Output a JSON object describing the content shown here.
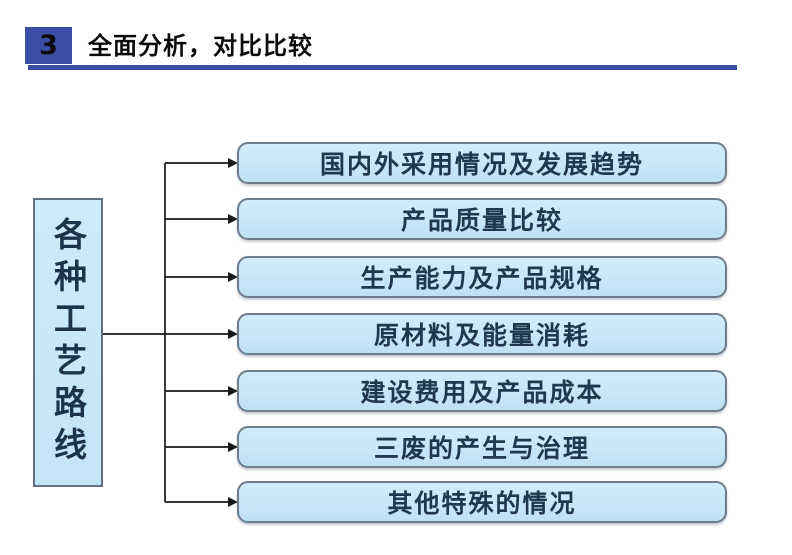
{
  "header": {
    "badge_number": "3",
    "title": "全面分析，对比比较",
    "accent_color": "#3B4EA3",
    "title_color": "#0b0b0b"
  },
  "diagram": {
    "root_label": "各种工艺路线",
    "branches": [
      {
        "label": "国内外采用情况及发展趋势"
      },
      {
        "label": "产品质量比较"
      },
      {
        "label": "生产能力及产品规格"
      },
      {
        "label": "原材料及能量消耗"
      },
      {
        "label": "建设费用及产品成本"
      },
      {
        "label": "三废的产生与治理"
      },
      {
        "label": "其他特殊的情况"
      }
    ],
    "node_fill": "#C6E7F7",
    "node_border": "#6d7d8c",
    "node_text_color": "#20384e",
    "connector_color": "#1a1a1a"
  }
}
